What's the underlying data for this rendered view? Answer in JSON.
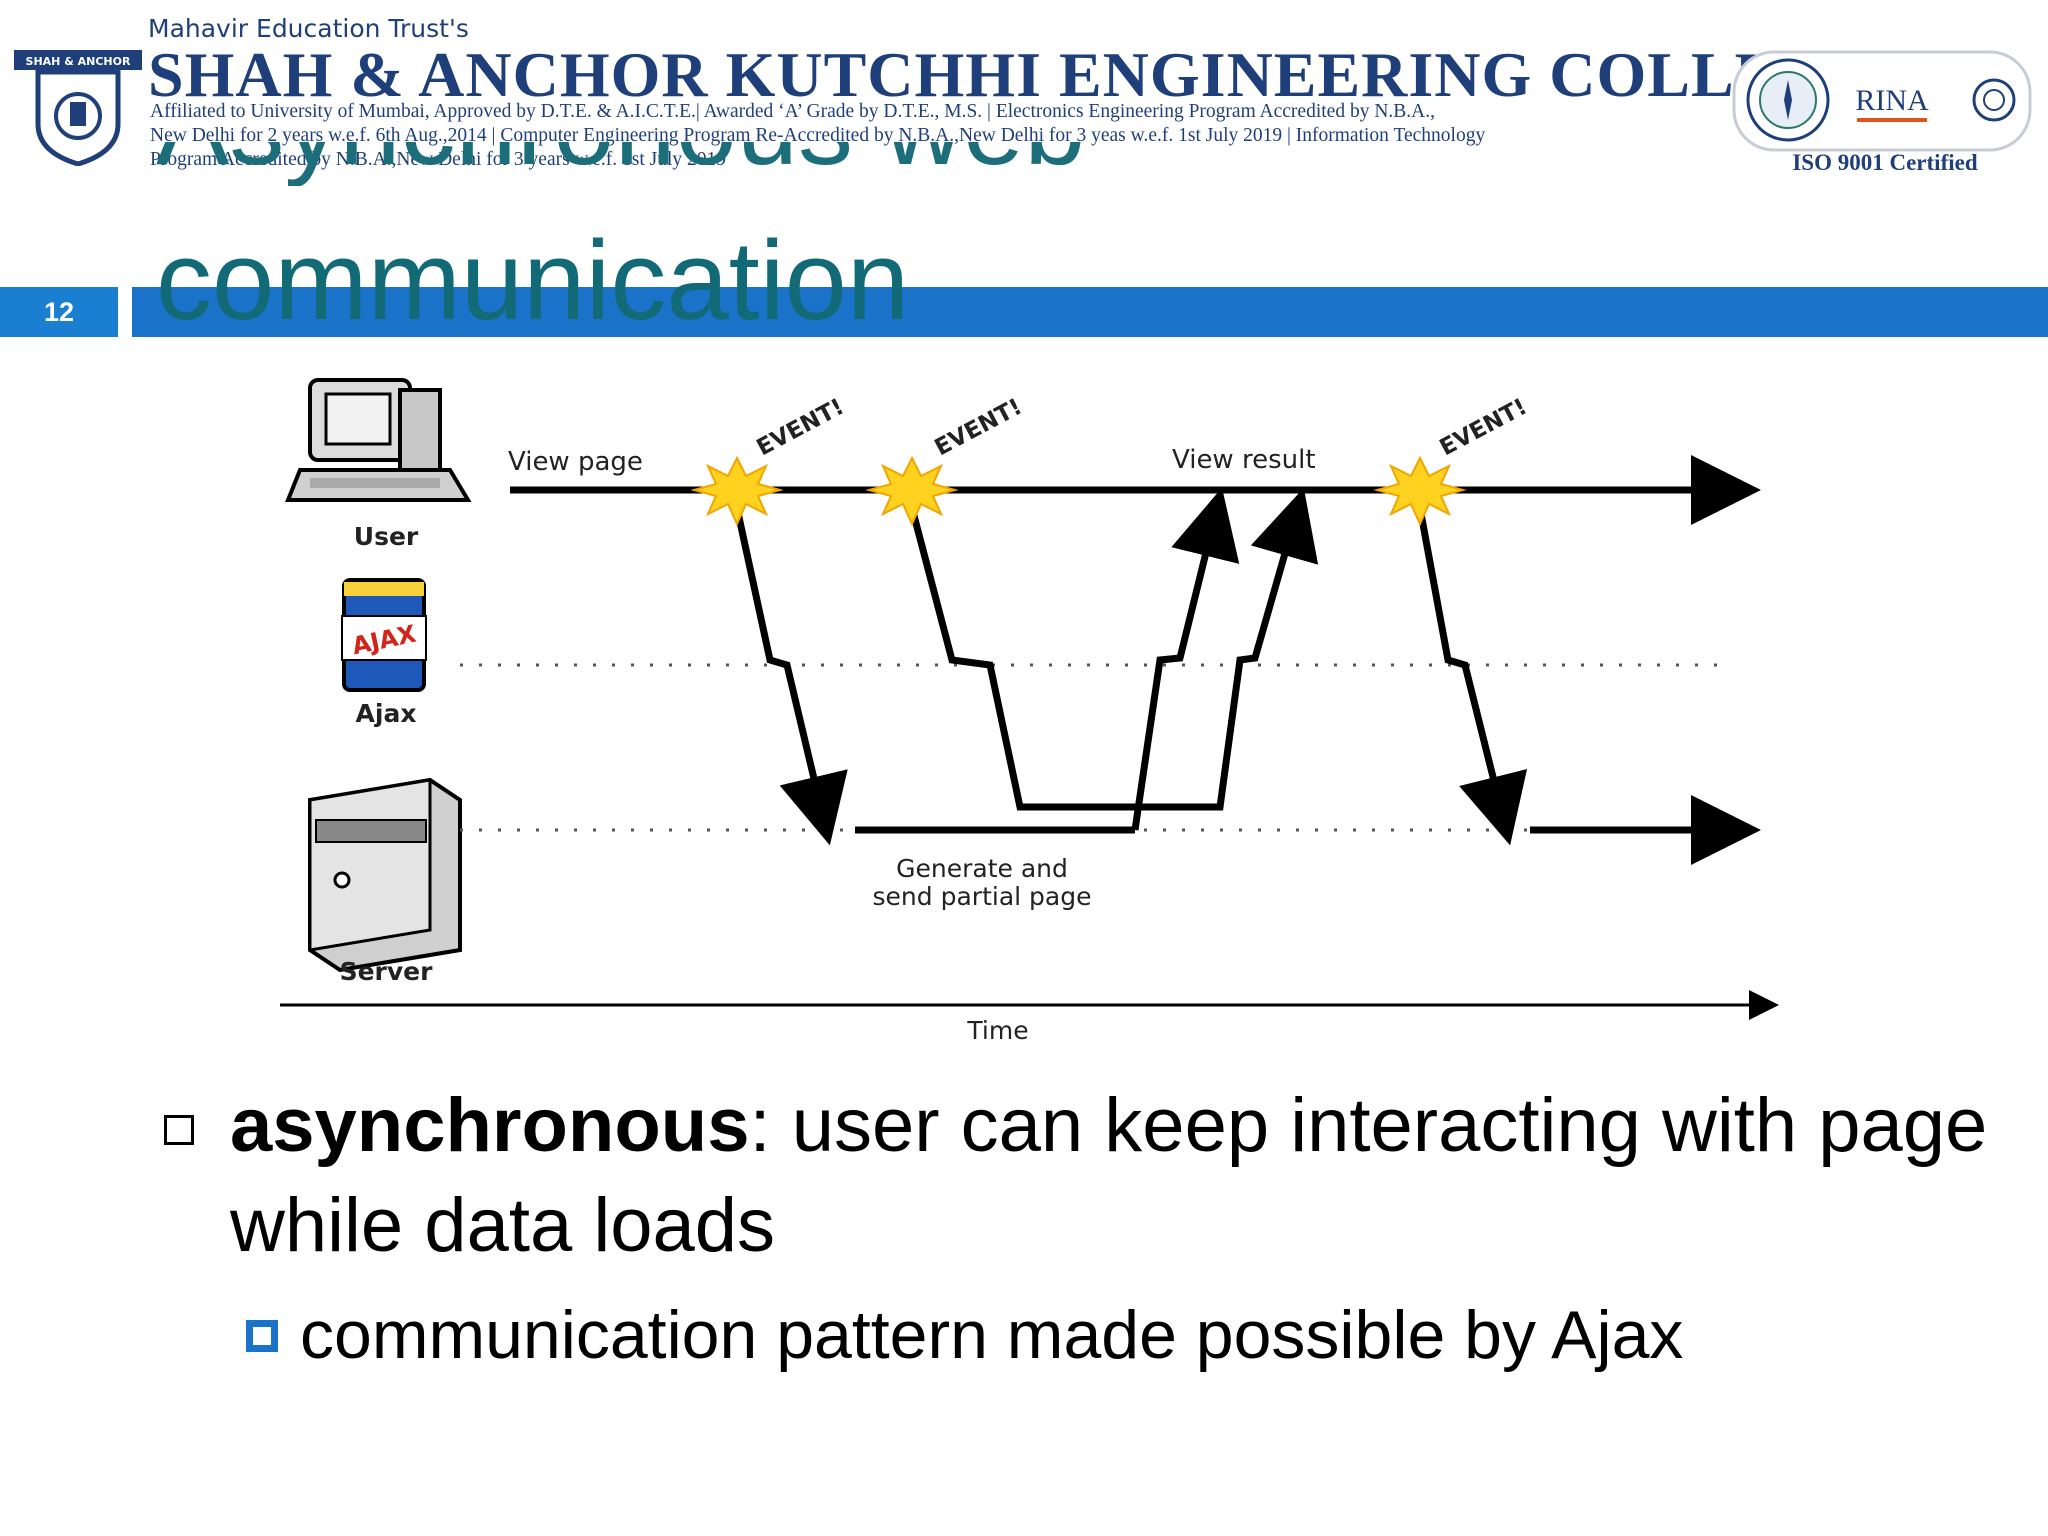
{
  "header": {
    "trust": "Mahavir Education Trust's",
    "college": "SHAH & ANCHOR KUTCHHI ENGINEERING COLLEGE",
    "logo_text": "SHAH & ANCHOR",
    "affiliation_lines": [
      "Affiliated to University of Mumbai, Approved by D.T.E. & A.I.C.T.E.| Awarded ‘A’ Grade by D.T.E., M.S. | Electronics Engineering Program Accredited by N.B.A.,",
      "New Delhi for 2 years w.e.f. 6th Aug.,2014 | Computer Engineering Program Re-Accredited by N.B.A.,New Delhi for 3 yeas w.e.f. 1st July 2019 | Information Technology",
      "Program Accredited by N.B.A.,New Delhi for 3 years w.e.f. 1st July 2019"
    ],
    "rina": "RINA",
    "iso": "ISO 9001 Certified"
  },
  "slide": {
    "number": "12",
    "title_line1": "Asynchronous web",
    "title_line2": "communication"
  },
  "diagram": {
    "actors": [
      "User",
      "Ajax",
      "Server"
    ],
    "ajax_can_label": "AJAX",
    "view_page": "View page",
    "view_result": "View result",
    "event_label": "EVENT!",
    "generate_line1": "Generate and",
    "generate_line2": "send partial page",
    "time": "Time"
  },
  "bullets": {
    "b1_bold": "asynchronous",
    "b1_rest": ": user can keep interacting with page while data loads",
    "b2": "communication pattern made possible by Ajax"
  },
  "colors": {
    "brand_blue": "#1f3f7a",
    "bar_blue": "#1a73c9",
    "title_teal": "#116a76",
    "event_yellow": "#ffd21f"
  }
}
